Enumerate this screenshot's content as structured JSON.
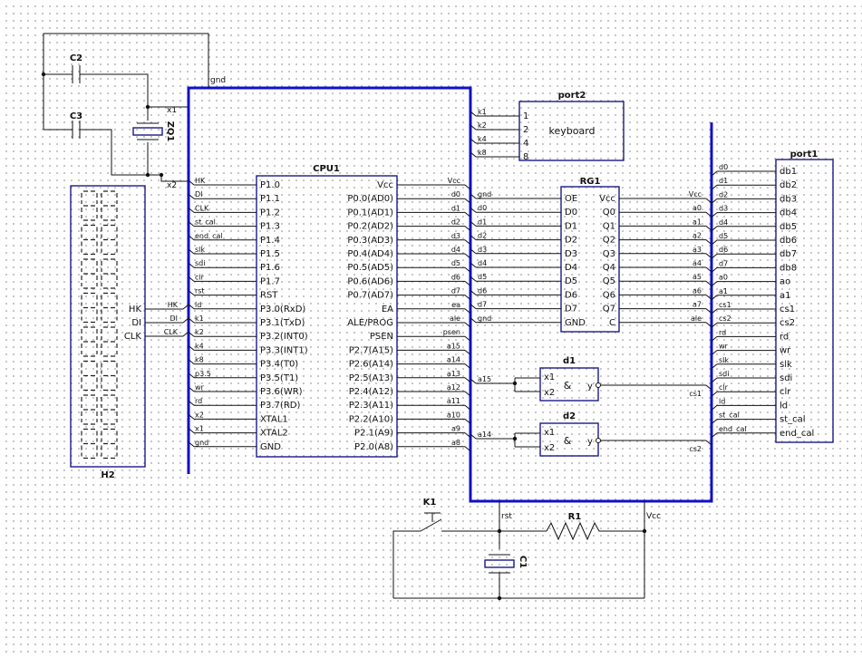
{
  "cpu": {
    "title": "CPU1",
    "left_pins": [
      "P1.0",
      "P1.1",
      "P1.2",
      "P1.3",
      "P1.4",
      "P1.5",
      "P1.6",
      "P1.7",
      "RST",
      "P3.0(RxD)",
      "P3.1(TxD)",
      "P3.2(INT0)",
      "P3.3(INT1)",
      "P3.4(T0)",
      "P3.5(T1)",
      "P3.6(WR)",
      "P3.7(RD)",
      "XTAL1",
      "XTAL2",
      "GND"
    ],
    "right_pins": [
      "Vcc",
      "P0.0(AD0)",
      "P0.1(AD1)",
      "P0.2(AD2)",
      "P0.3(AD3)",
      "P0.4(AD4)",
      "P0.5(AD5)",
      "P0.6(AD6)",
      "P0.7(AD7)",
      "EA",
      "ALE/PROG",
      "PSEN",
      "P2.7(A15)",
      "P2.6(A14)",
      "P2.5(A13)",
      "P2.4(A12)",
      "P2.3(A11)",
      "P2.2(A10)",
      "P2.1(A9)",
      "P2.0(A8)"
    ],
    "left_nets": [
      "HK",
      "DI",
      "CLK",
      "st_cal",
      "end_cal",
      "slk",
      "sdi",
      "clr",
      "rst",
      "ld",
      "k1",
      "k2",
      "k4",
      "k8",
      "p3.5",
      "wr",
      "rd",
      "x2",
      "x1",
      "gnd"
    ],
    "right_nets": [
      "Vcc",
      "d0",
      "d1",
      "d2",
      "d3",
      "d4",
      "d5",
      "d6",
      "d7",
      "ea",
      "ale",
      "psen",
      "a15",
      "a14",
      "a13",
      "a12",
      "a11",
      "a10",
      "a9",
      "a8"
    ]
  },
  "rg1": {
    "title": "RG1",
    "left_pins": [
      "OE",
      "D0",
      "D1",
      "D2",
      "D3",
      "D4",
      "D5",
      "D6",
      "D7",
      "GND"
    ],
    "right_pins": [
      "Vcc",
      "Q0",
      "Q1",
      "Q2",
      "Q3",
      "Q4",
      "Q5",
      "Q6",
      "Q7",
      "C"
    ],
    "left_nets": [
      "gnd",
      "d0",
      "d1",
      "d2",
      "d3",
      "d4",
      "d5",
      "d6",
      "d7",
      "gnd"
    ],
    "right_nets": [
      "Vcc",
      "a0",
      "a1",
      "a2",
      "a3",
      "a4",
      "a5",
      "a6",
      "a7",
      "ale"
    ]
  },
  "port2": {
    "title": "port2",
    "label": "keyboard",
    "pins": [
      "1",
      "2",
      "4",
      "8"
    ],
    "nets": [
      "k1",
      "k2",
      "k4",
      "k8"
    ]
  },
  "port1": {
    "title": "port1",
    "pins": [
      "db1",
      "db2",
      "db3",
      "db4",
      "db5",
      "db6",
      "db7",
      "db8",
      "ao",
      "a1",
      "cs1",
      "cs2",
      "rd",
      "wr",
      "slk",
      "sdi",
      "clr",
      "ld",
      "st_cal",
      "end_cal"
    ],
    "nets": [
      "d0",
      "d1",
      "d2",
      "d3",
      "d4",
      "d5",
      "d6",
      "d7",
      "a0",
      "a1",
      "cs1",
      "cs2",
      "rd",
      "wr",
      "slk",
      "sdi",
      "clr",
      "ld",
      "st_cal",
      "end_cal"
    ]
  },
  "gates": [
    {
      "title": "d1",
      "in1": "x1",
      "in2": "x2",
      "op": "&",
      "out": "y",
      "in_net": "a15",
      "out_net": "cs1"
    },
    {
      "title": "d2",
      "in1": "x1",
      "in2": "x2",
      "op": "&",
      "out": "y",
      "in_net": "a14",
      "out_net": "cs2"
    }
  ],
  "h2": {
    "title": "H2",
    "pins": [
      "HK",
      "DI",
      "CLK"
    ],
    "nets": [
      "HK",
      "DI",
      "CLK"
    ]
  },
  "parts": {
    "c2": "C2",
    "c3": "C3",
    "zq1": "ZQ1",
    "k1": "K1",
    "r1": "R1",
    "c1": "C1"
  },
  "nets": {
    "gnd": "gnd",
    "x1": "x1",
    "x2": "x2",
    "rst": "rst",
    "vcc": "Vcc"
  }
}
